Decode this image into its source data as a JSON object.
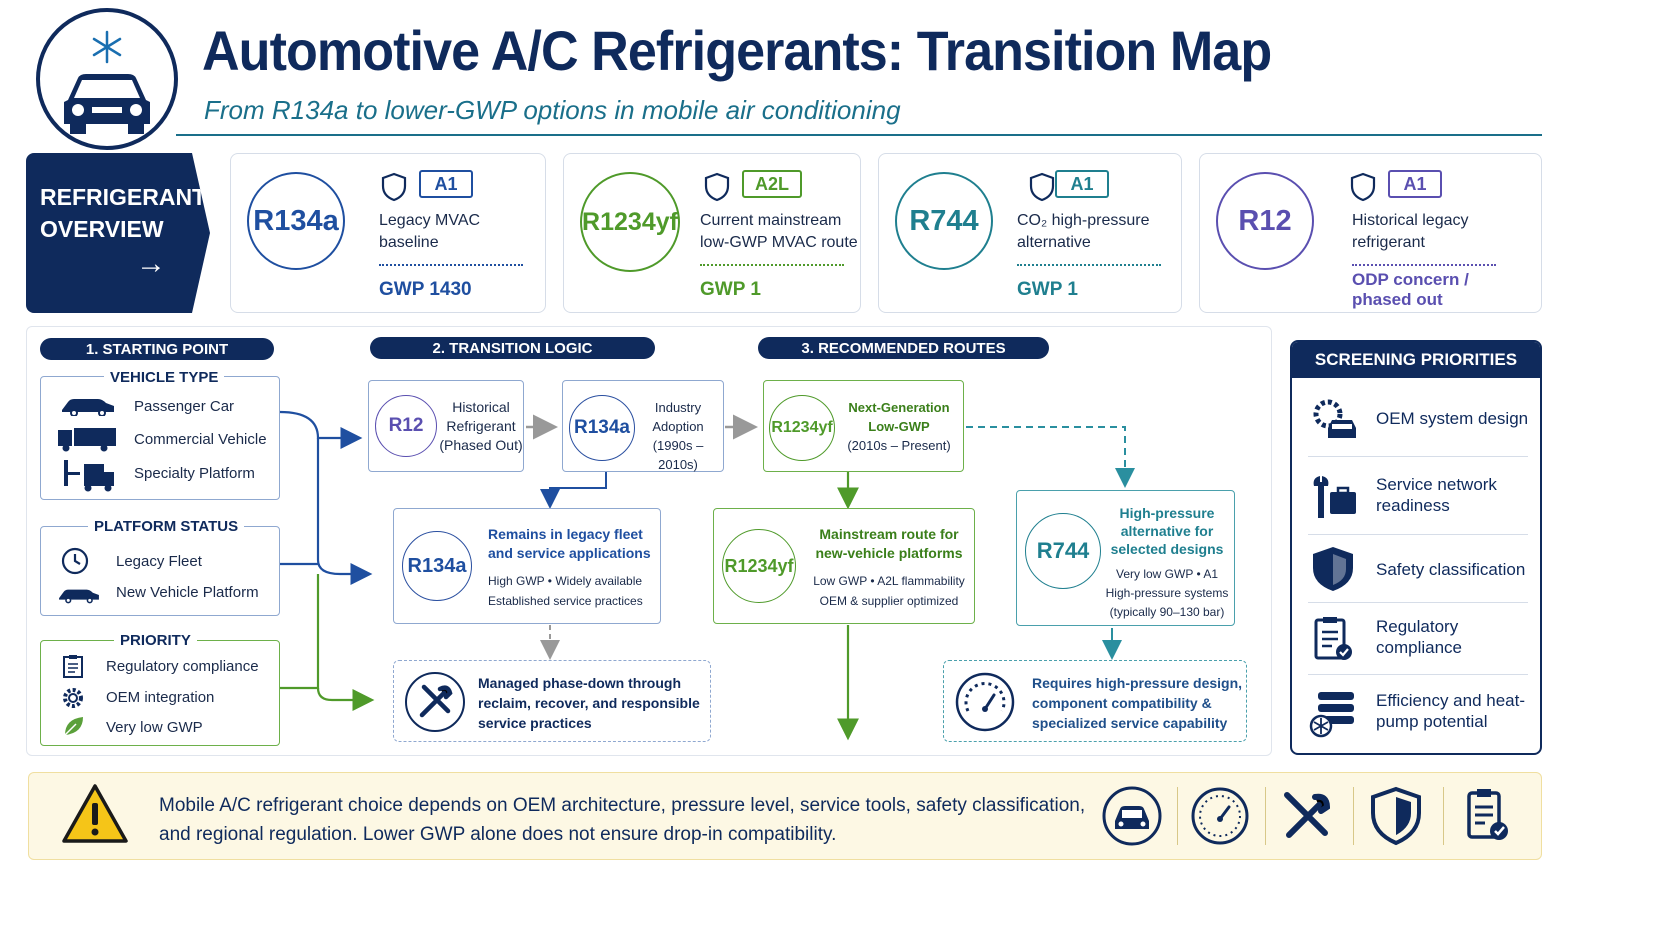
{
  "header": {
    "title": "Automotive A/C Refrigerants: Transition Map",
    "subtitle": "From R134a to lower-GWP options in mobile air conditioning"
  },
  "overview": {
    "label": "REFRIGERANT OVERVIEW",
    "cards": [
      {
        "name": "R134a",
        "class": "A1",
        "desc": "Legacy MVAC baseline",
        "value": "GWP 1430",
        "color": "#1f4fa0"
      },
      {
        "name": "R1234yf",
        "class": "A2L",
        "desc": "Current mainstream low-GWP MVAC route",
        "value": "GWP 1",
        "color": "#4f9a2a"
      },
      {
        "name": "R744",
        "class": "A1",
        "desc": "CO₂ high-pressure alternative",
        "value": "GWP 1",
        "color": "#1f7f8f"
      },
      {
        "name": "R12",
        "class": "A1",
        "desc": "Historical legacy refrigerant",
        "value": "ODP concern / phased out",
        "color": "#5a4fb0"
      }
    ]
  },
  "sections": {
    "s1": "1. STARTING POINT",
    "s2": "2. TRANSITION LOGIC",
    "s3": "3. RECOMMENDED ROUTES"
  },
  "starting": {
    "vehicle_type": {
      "title": "VEHICLE TYPE",
      "items": [
        "Passenger Car",
        "Commercial Vehicle",
        "Specialty Platform"
      ]
    },
    "platform_status": {
      "title": "PLATFORM STATUS",
      "items": [
        "Legacy Fleet",
        "New Vehicle Platform"
      ]
    },
    "priority": {
      "title": "PRIORITY",
      "items": [
        "Regulatory compliance",
        "OEM integration",
        "Very low GWP"
      ]
    }
  },
  "flow": {
    "r12": {
      "name": "R12",
      "text": [
        "Historical",
        "Refrigerant",
        "(Phased Out)"
      ]
    },
    "r134a_hist": {
      "name": "R134a",
      "text": [
        "Industry",
        "Adoption",
        "(1990s – 2010s)"
      ]
    },
    "r1234yf_hist": {
      "name": "R1234yf",
      "text": [
        "Next-Generation",
        "Low-GWP",
        "(2010s – Present)"
      ]
    },
    "r134a_route": {
      "name": "R134a",
      "head": [
        "Remains in legacy fleet",
        "and service applications"
      ],
      "sub": [
        "High GWP • Widely available",
        "Established service practices"
      ]
    },
    "r1234yf_route": {
      "name": "R1234yf",
      "head": [
        "Mainstream route for",
        "new-vehicle platforms"
      ],
      "sub": [
        "Low GWP • A2L flammability",
        "OEM & supplier optimized"
      ]
    },
    "r744_route": {
      "name": "R744",
      "head": [
        "High-pressure",
        "alternative for",
        "selected designs"
      ],
      "sub": [
        "Very low GWP • A1",
        "High-pressure systems",
        "(typically 90–130 bar)"
      ]
    },
    "phase_down": [
      "Managed phase-down through",
      "reclaim, recover, and responsible",
      "service practices"
    ],
    "r744_req": [
      "Requires high-pressure design,",
      "component compatibility &",
      "specialized service capability"
    ]
  },
  "screening": {
    "title": "SCREENING PRIORITIES",
    "items": [
      "OEM system design",
      "Service network readiness",
      "Safety classification",
      "Regulatory compliance",
      "Efficiency and heat-pump potential"
    ]
  },
  "footer": {
    "text": "Mobile A/C refrigerant choice depends on OEM architecture, pressure level, service tools, safety classification, and regional regulation. Lower GWP alone does not ensure drop-in compatibility.",
    "icons": [
      "car-icon",
      "gauge-icon",
      "tools-icon",
      "shield-icon",
      "clipboard-icon"
    ]
  }
}
